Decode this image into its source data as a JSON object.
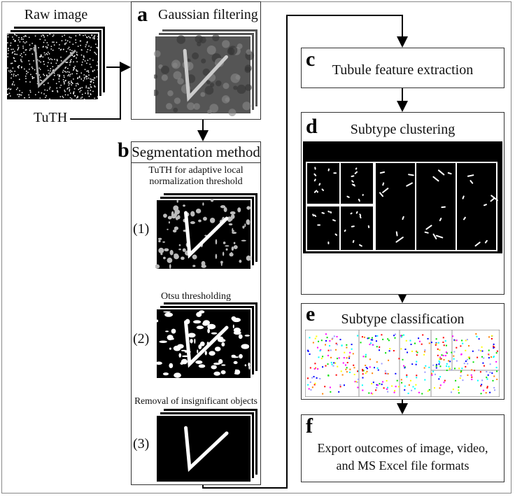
{
  "raw": {
    "label": "Raw image",
    "tuth": "TuTH"
  },
  "a": {
    "letter": "a",
    "title": "Gaussian filtering"
  },
  "b": {
    "letter": "b",
    "title": "Segmentation method",
    "step1_caption_line1": "TuTH for adaptive local",
    "step1_caption_line2": "normalization threshold",
    "step1_num": "(1)",
    "step2_caption": "Otsu thresholding",
    "step2_num": "(2)",
    "step3_caption": "Removal of insignificant objects",
    "step3_num": "(3)"
  },
  "c": {
    "letter": "c",
    "title": "Tubule feature extraction"
  },
  "d": {
    "letter": "d",
    "title": "Subtype clustering"
  },
  "e": {
    "letter": "e",
    "title": "Subtype classification"
  },
  "f": {
    "letter": "f",
    "title_line1": "Export outcomes of image, video,",
    "title_line2": "and MS Excel file formats"
  },
  "colors": {
    "line": "#000000",
    "border": "#333333",
    "classes": [
      "#00e000",
      "#ffff00",
      "#ff00ff",
      "#0000ff",
      "#00ffff",
      "#ff8000",
      "#ff0000",
      "#9999ff"
    ]
  }
}
